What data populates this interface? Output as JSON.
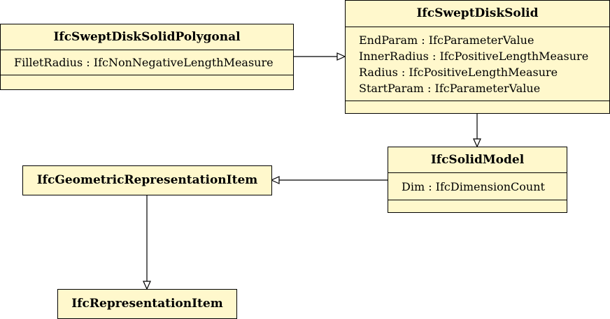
{
  "classes": {
    "swept_disk_solid_polygonal": {
      "name": "IfcSweptDiskSolidPolygonal",
      "attributes": [
        "FilletRadius : IfcNonNegativeLengthMeasure"
      ]
    },
    "swept_disk_solid": {
      "name": "IfcSweptDiskSolid",
      "attributes": [
        "EndParam : IfcParameterValue",
        "InnerRadius : IfcPositiveLengthMeasure",
        "Radius : IfcPositiveLengthMeasure",
        "StartParam : IfcParameterValue"
      ]
    },
    "solid_model": {
      "name": "IfcSolidModel",
      "attributes": [
        "Dim : IfcDimensionCount"
      ]
    },
    "geometric_representation_item": {
      "name": "IfcGeometricRepresentationItem",
      "attributes": []
    },
    "representation_item": {
      "name": "IfcRepresentationItem",
      "attributes": []
    }
  },
  "colors": {
    "box_fill": "#fff8cc",
    "line": "#000000"
  }
}
